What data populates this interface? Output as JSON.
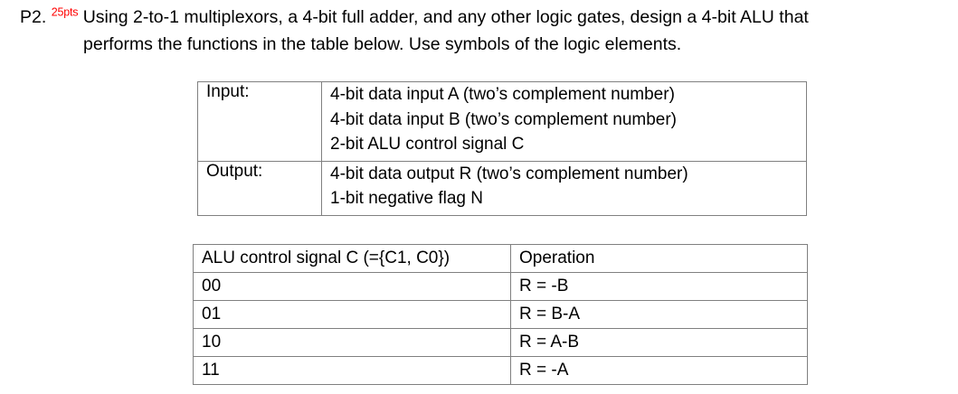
{
  "problem": {
    "number": "P2.",
    "points": "25pts",
    "line1": "Using 2-to-1 multiplexors, a 4-bit full adder, and any other logic gates, design a 4-bit ALU that",
    "line2": "performs the functions in the table below. Use symbols of the logic elements.",
    "points_color": "#ff0000"
  },
  "io_table": {
    "rows": [
      {
        "label": "Input:",
        "lines": [
          "4-bit data input A (two’s complement number)",
          "4-bit data input B (two’s complement number)",
          "2-bit ALU control signal C"
        ]
      },
      {
        "label": "Output:",
        "lines": [
          "4-bit data output R (two’s complement number)",
          "1-bit negative flag N"
        ]
      }
    ]
  },
  "op_table": {
    "headers": [
      "ALU control signal C (={C1, C0})",
      "Operation"
    ],
    "rows": [
      {
        "control": "00",
        "operation": "R = -B"
      },
      {
        "control": "01",
        "operation": "R = B-A"
      },
      {
        "control": "10",
        "operation": "R = A-B"
      },
      {
        "control": "11",
        "operation": "R = -A"
      }
    ]
  }
}
